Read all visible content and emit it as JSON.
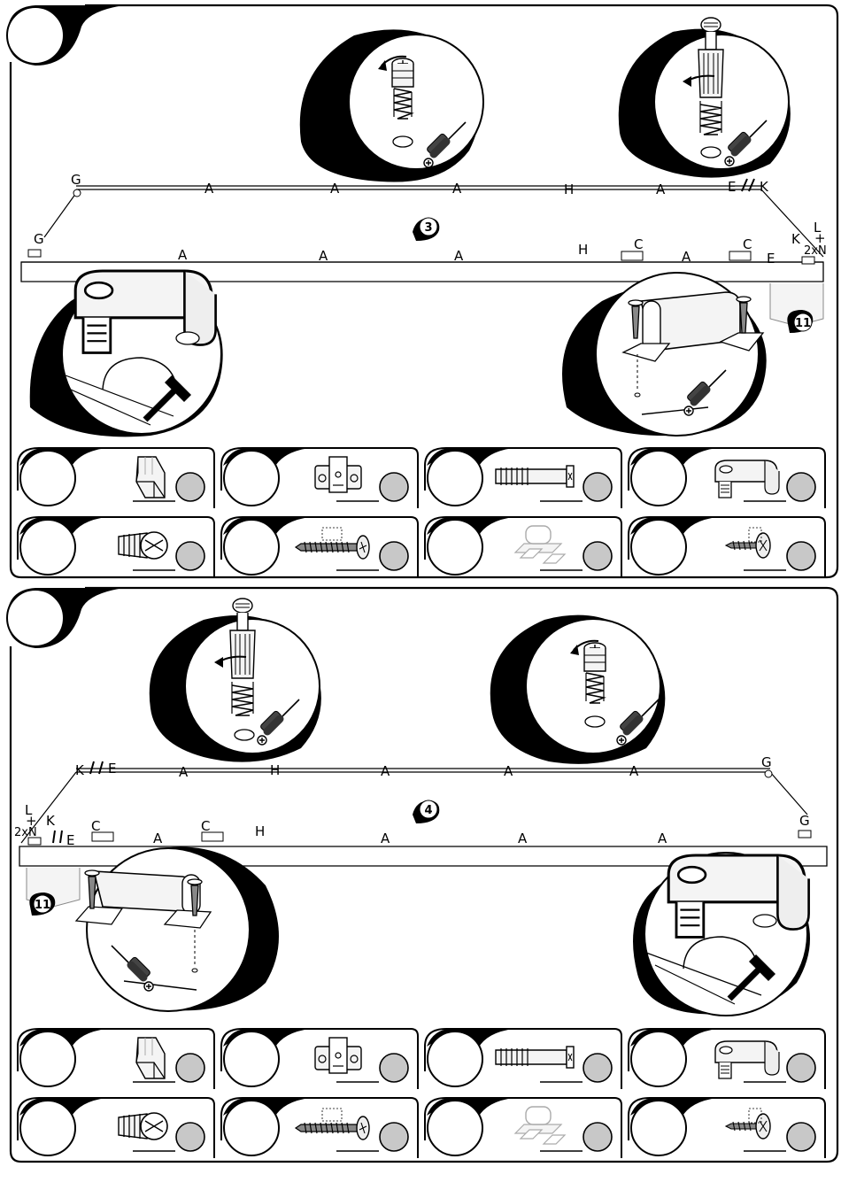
{
  "steps": [
    {
      "number": "3",
      "ref": "11",
      "labels": {
        "back": [
          "G",
          "A",
          "A",
          "A",
          "H",
          "A",
          "E",
          "K"
        ],
        "front": [
          "G",
          "A",
          "A",
          "A",
          "H",
          "C",
          "A",
          "C",
          "E",
          "K",
          "L",
          "+",
          "2xN"
        ]
      }
    },
    {
      "number": "4",
      "ref": "11",
      "labels": {
        "back": [
          "K",
          "E",
          "A",
          "H",
          "A",
          "A",
          "A",
          "G"
        ],
        "front": [
          "L",
          "+",
          "2xN",
          "K",
          "E",
          "C",
          "A",
          "C",
          "H",
          "A",
          "A",
          "A",
          "G"
        ]
      }
    }
  ]
}
